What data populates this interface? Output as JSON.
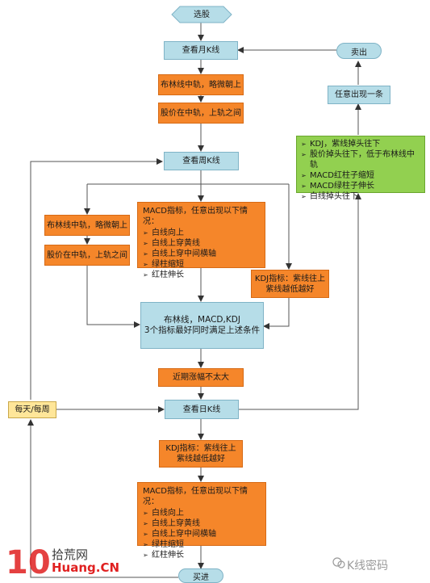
{
  "flow": {
    "start": "选股",
    "monthly_k": "查看月K线",
    "m_cond1": "布林线中轨，略微朝上",
    "m_cond2": "股价在中轨，上轨之间",
    "weekly_k": "查看周K线",
    "w_cond1": "布林线中轨，略微朝上",
    "w_cond2": "股价在中轨，上轨之间",
    "w_macd_head": "MACD指标，任意出现以下情况：",
    "w_macd_items": [
      "白线向上",
      "白线上穿黄线",
      "白线上穿中间横轴",
      "绿柱缩短",
      "红柱伸长"
    ],
    "w_kdj": "KDJ指标：紫线往上\n紫线越低越好",
    "combo": "布林线，MACD,KDJ\n3个指标最好同时满足上述条件",
    "recent": "近期涨幅不太大",
    "daily_k": "查看日K线",
    "freq": "每天/每周",
    "d_kdj": "KDJ指标：紫线往上\n紫线越低越好",
    "d_macd_head": "MACD指标，任意出现以下情况：",
    "d_macd_items": [
      "白线向上",
      "白线上穿黄线",
      "白线上穿中间横轴",
      "绿柱缩短",
      "红柱伸长"
    ],
    "buy": "买进",
    "sell_items": [
      "KDJ，紫线掉头往下",
      "股价掉头往下，低于布林线中轨",
      "MACD红柱子缩短",
      "MACD绿柱子伸长",
      "白线掉头往下"
    ],
    "any_one": "任意出现一条",
    "sell": "卖出"
  },
  "watermark": {
    "logo": "10",
    "site_cn": "拾荒网",
    "site_url": "Huang.CN",
    "wechat": "K线密码"
  },
  "colors": {
    "blue": "#b6dde8",
    "orange": "#f5862a",
    "green": "#92d050",
    "yellow": "#ffe699"
  }
}
